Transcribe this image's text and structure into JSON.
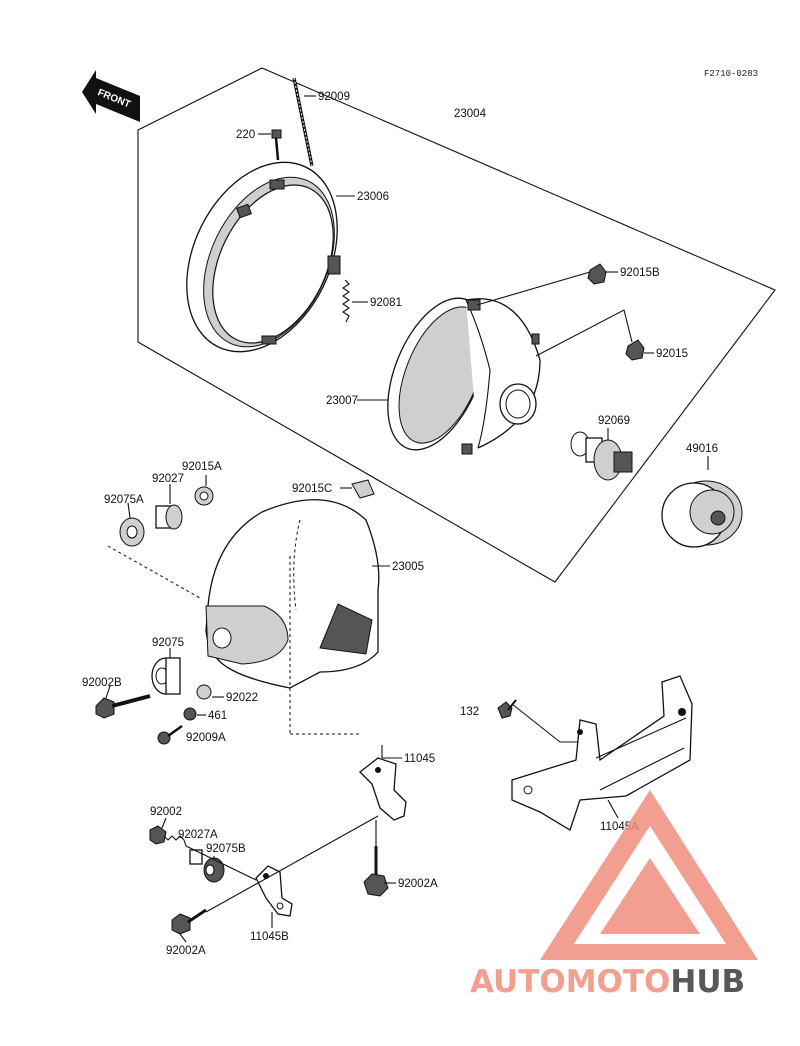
{
  "diagram": {
    "figure_code": "F2710-0283",
    "front_label": "FRONT",
    "labels": {
      "p92009": "92009",
      "p23004": "23004",
      "p220": "220",
      "p23006": "23006",
      "p92081": "92081",
      "p92015B": "92015B",
      "p92015": "92015",
      "p23007": "23007",
      "p92069": "92069",
      "p49016": "49016",
      "p92015A": "92015A",
      "p92027": "92027",
      "p92075A": "92075A",
      "p92015C": "92015C",
      "p23005": "23005",
      "p92075": "92075",
      "p92002B": "92002B",
      "p92022": "92022",
      "p461": "461",
      "p92009A": "92009A",
      "p132": "132",
      "p11045": "11045",
      "p11045A": "11045A",
      "p92002": "92002",
      "p92027A": "92027A",
      "p92075B": "92075B",
      "p92002A_1": "92002A",
      "p11045B": "11045B",
      "p92002A_2": "92002A"
    }
  },
  "watermark": {
    "part1": "AUTOMOTO",
    "part2": "HUB",
    "color_primary": "#f08f7e",
    "color_accent": "#fbd18f",
    "color_dark": "#3c3c3c"
  }
}
